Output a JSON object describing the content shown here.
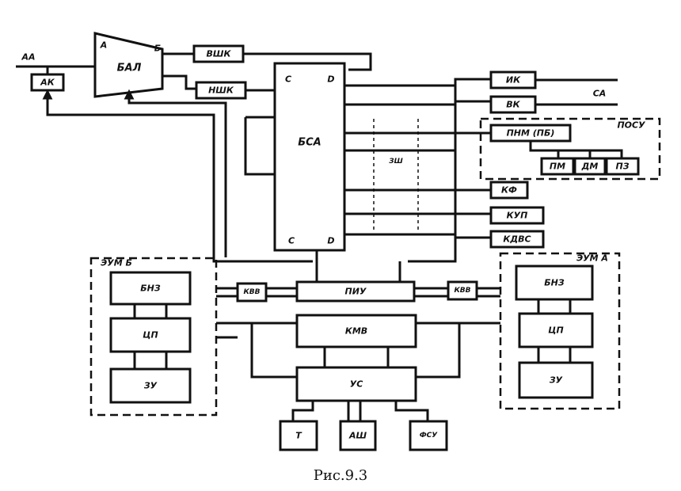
{
  "labels": {
    "input_aa": "АА",
    "ak": "АК",
    "bal": "БАЛ",
    "bal_a": "А",
    "bal_b": "Б",
    "vshk": "ВШК",
    "nshk": "НШК",
    "bsa": "БСА",
    "bsa_c_top": "С",
    "bsa_d_top": "D",
    "bsa_c_bot": "С",
    "bsa_d_bot": "D",
    "ik": "ИК",
    "vk": "ВК",
    "sa": "СА",
    "pnm": "ПНМ (ПБ)",
    "posu": "ПОСУ",
    "pm": "ПМ",
    "dm": "ДМ",
    "pz": "ПЗ",
    "zu_label": "ЗШ",
    "kf": "КФ",
    "kup": "КУП",
    "kdvs": "КДВС",
    "evm_b": "ЭУМ Б",
    "evm_a": "ЭУМ А",
    "bnz_left": "БНЗ",
    "cp_left": "ЦП",
    "zu_left": "ЗУ",
    "bnz_right": "БНЗ",
    "cp_right": "ЦП",
    "zu_right": "ЗУ",
    "kvv_left": "КВВ",
    "kvv_right": "КВВ",
    "piu": "ПИУ",
    "kmv": "КМВ",
    "us": "УС",
    "t": "Т",
    "ash": "АШ",
    "psu": "ФСУ"
  },
  "caption": "Рис.9.3"
}
